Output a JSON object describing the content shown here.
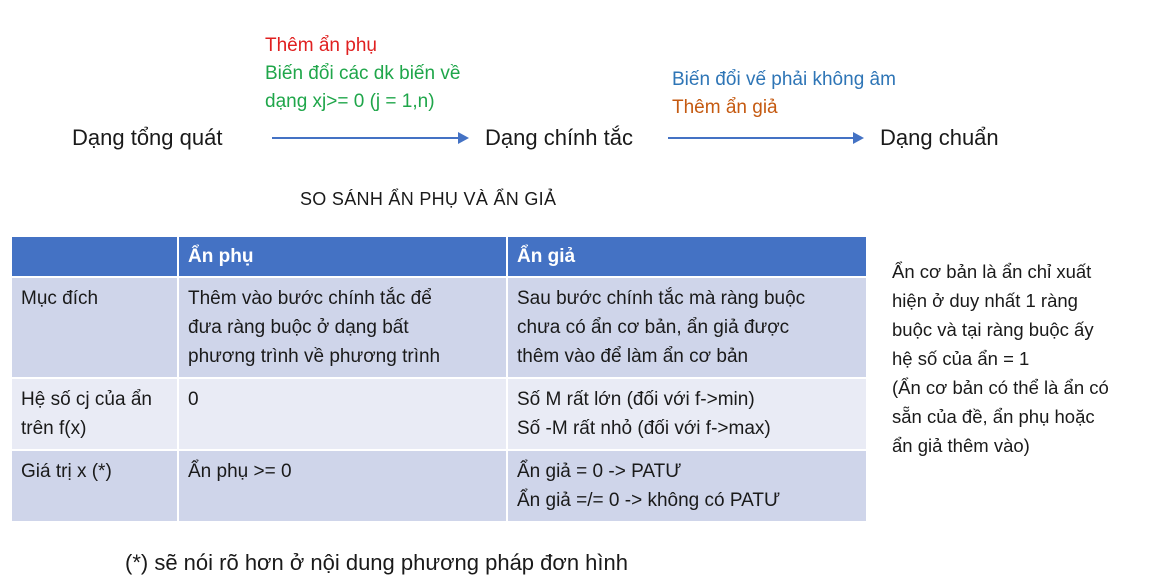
{
  "flow": {
    "stage1": "Dạng tổng quát",
    "stage2": "Dạng chính tắc",
    "stage3": "Dạng chuẩn",
    "arrow1_notes": [
      {
        "text": "Thêm ẩn phụ",
        "color": "#e02020"
      },
      {
        "text": "Biến đổi các dk biến về",
        "color": "#1fa64a"
      },
      {
        "text": "dạng xj>= 0 (j = 1,n)",
        "color": "#1fa64a"
      }
    ],
    "arrow2_notes": [
      {
        "text": "Biến đổi vế phải không âm",
        "color": "#2e75b6"
      },
      {
        "text": "Thêm ẩn giả",
        "color": "#c55a11"
      }
    ],
    "arrow_color": "#4472c4"
  },
  "section_title": "SO SÁNH ẨN PHỤ VÀ ẨN GIẢ",
  "table": {
    "header_color": "#4472c4",
    "row_color_dark": "#cfd5ea",
    "row_color_light": "#e9ebf5",
    "headers": [
      "",
      "Ẩn phụ",
      "Ẩn giả"
    ],
    "rows": [
      {
        "label": [
          "Mục đích"
        ],
        "slack": [
          "Thêm vào bước chính tắc để",
          "đưa ràng buộc ở dạng bất",
          "phương trình về phương trình"
        ],
        "artificial": [
          "Sau bước chính tắc mà ràng buộc",
          "chưa có ẩn cơ bản, ẩn giả được",
          "thêm vào để làm ẩn cơ bản"
        ]
      },
      {
        "label": [
          "Hệ số cj của ẩn",
          "trên f(x)"
        ],
        "slack": [
          "0"
        ],
        "artificial": [
          "Số M rất lớn (đối với f->min)",
          "Số -M rất nhỏ (đối với f->max)"
        ]
      },
      {
        "label": [
          "Giá trị x (*)"
        ],
        "slack": [
          "Ẩn phụ >= 0"
        ],
        "artificial": [
          "Ẩn giả = 0 -> PATƯ",
          "Ẩn giả =/= 0 -> không có PATƯ"
        ]
      }
    ]
  },
  "side_note": [
    "Ẩn cơ bản là ẩn chỉ xuất",
    "hiện ở duy nhất 1 ràng",
    "buộc và tại ràng buộc ấy",
    "hệ số của ẩn = 1",
    "(Ẩn cơ bản có thể là ẩn có",
    "sẵn của đề, ẩn phụ hoặc",
    "ẩn giả thêm vào)"
  ],
  "footnote": "(*) sẽ nói rõ hơn ở nội dung phương pháp đơn hình"
}
